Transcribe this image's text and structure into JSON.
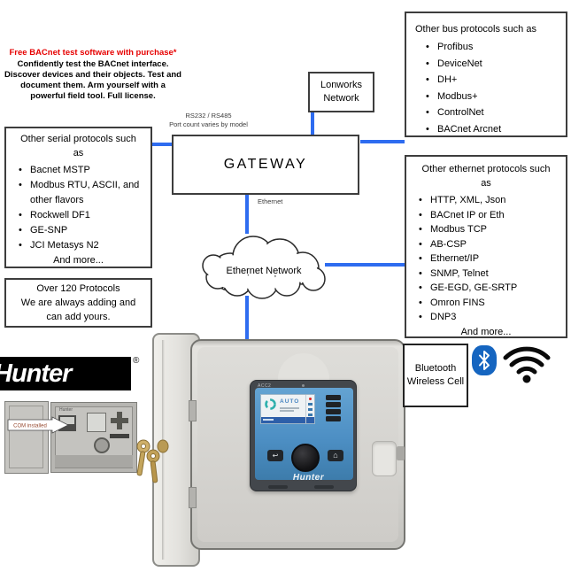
{
  "promo": {
    "headline": "Free BACnet test software with purchase*",
    "body": "Confidently test the BACnet interface. Discover devices and their objects. Test and document them. Arm yourself with a powerful field tool. Full license."
  },
  "bus_box": {
    "title": "Other bus protocols such as",
    "items": [
      "Profibus",
      "DeviceNet",
      "DH+",
      "Modbus+",
      "ControlNet",
      "BACnet Arcnet"
    ]
  },
  "serial_box": {
    "title": "Other serial protocols such as",
    "items": [
      "Bacnet MSTP",
      "Modbus RTU, ASCII, and other flavors",
      "Rockwell DF1",
      "GE-SNP",
      "JCI Metasys N2"
    ],
    "footer": "And more..."
  },
  "ethernet_box": {
    "title": "Other ethernet protocols such as",
    "items": [
      "HTTP, XML, Json",
      "BACnet IP or Eth",
      "Modbus TCP",
      "AB-CSP",
      "Ethernet/IP",
      "SNMP, Telnet",
      "GE-EGD, GE-SRTP",
      "Omron FINS",
      "DNP3"
    ],
    "footer": "And more..."
  },
  "protocols_box": {
    "lines": [
      "Over 120 Protocols",
      "We are always adding and",
      "can add yours."
    ]
  },
  "lonworks_box": {
    "label": "Lonworks Network"
  },
  "gateway": {
    "label": "GATEWAY",
    "serial_label": "RS232 / RS485",
    "serial_note": "Port count varies by model",
    "ethernet_label": "Ethernet"
  },
  "cloud": {
    "label": "Ethernet Network"
  },
  "bluetooth_box": {
    "label": "Bluetooth Wireless Cell"
  },
  "logo": {
    "brand": "Hunter",
    "registered": "®"
  },
  "com_callout": {
    "label": "COM installed"
  },
  "controller": {
    "model": "ACC2",
    "screen_status": "AUTO",
    "brand": "Hunter"
  },
  "colors": {
    "connector_blue": "#2e6cf0",
    "promo_red": "#e60000",
    "bluetooth_blue": "#1565c0",
    "faceplate_blue": "#4d8fc4"
  }
}
